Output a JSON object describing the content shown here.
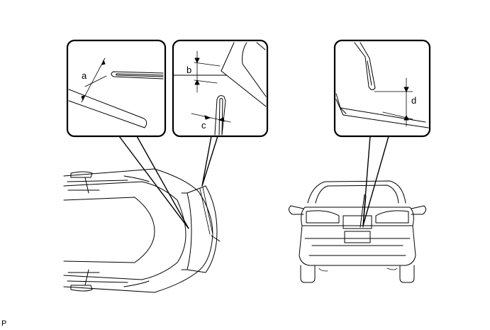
{
  "labels": {
    "a": "a",
    "b": "b",
    "c": "c",
    "d": "d"
  },
  "figure_code": "P"
}
